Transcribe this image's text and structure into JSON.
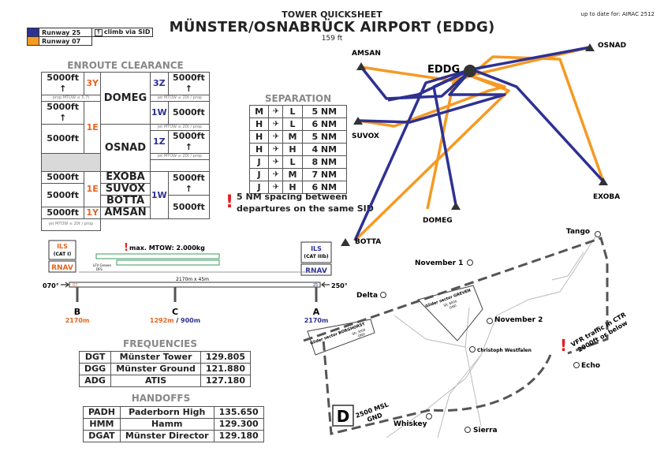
{
  "header": {
    "subtitle": "TOWER QUICKSHEET",
    "title": "MÜNSTER/OSNABRÜCK AIRPORT (EDDG)",
    "elevation": "159 ft",
    "airac": "up to date for: AIRAC 2512"
  },
  "colors": {
    "runway25": "#2e3192",
    "runway07": "#f59a23",
    "warn": "#e01e25",
    "label07": "#e8631e"
  },
  "legend": {
    "rwy25": "Runway 25",
    "rwy07": "Runway 07",
    "note": "climb via SID",
    "note_icon": "up-arrow-icon"
  },
  "enroute": {
    "title": "ENROUTE CLEARANCE",
    "r1": {
      "alt_l": "5000ft",
      "sid_l": "3Y",
      "wp": "DOMEG",
      "sid_r": "3Z",
      "alt_r": "5000ft"
    },
    "r2": {
      "note_l": "prop MTOW ≤ 5.7t",
      "note_r": "jet MTOW ≤ 20t / prop"
    },
    "r3": {
      "alt_l": "5000ft",
      "sid_l": "1E",
      "sid_r": "1W",
      "alt_r": "5000ft"
    },
    "r4": {
      "note_r": "jet MTOW ≤ 20t / prop"
    },
    "r5": {
      "alt_l": "5000ft",
      "wp": "OSNAD",
      "sid_r": "1Z",
      "alt_r": "5000ft"
    },
    "r6": {
      "note_r": "jet MTOW ≤ 20t / prop"
    },
    "r7": {
      "alt_l": "5000ft",
      "wp1": "EXOBA",
      "sid_l": "1E",
      "wp2": "SUVOX",
      "sid_r": "1W",
      "alt_r1": "5000ft",
      "wp3": "BOTTA",
      "alt_r2": "5000ft",
      "wp4": "AMSAN",
      "alt_l3": "5000ft",
      "alt_l4": "5000ft",
      "sid_l4": "1Y"
    },
    "note_bottom": "jet MTOW ≤ 20t / prop"
  },
  "separation": {
    "title": "SEPARATION",
    "rows": [
      [
        "M",
        "L",
        "5 NM"
      ],
      [
        "H",
        "L",
        "6 NM"
      ],
      [
        "H",
        "M",
        "5 NM"
      ],
      [
        "H",
        "H",
        "4 NM"
      ],
      [
        "J",
        "L",
        "8 NM"
      ],
      [
        "J",
        "M",
        "7 NM"
      ],
      [
        "J",
        "H",
        "6 NM"
      ]
    ],
    "note_line1": "5 NM spacing between",
    "note_line2": "departures on the same SID",
    "exclaim": "!"
  },
  "runway": {
    "ils_left": "ILS",
    "ils_left_cat": "(CAT I)",
    "rnav_left": "RNAV",
    "ils_right": "ILS",
    "ils_right_cat": "(CAT IIIb)",
    "rnav_right": "RNAV",
    "exclaim": "!",
    "mtow_note": "max. MTOW: 2.000kg",
    "grass_label1": "LFV Greven",
    "grass_label2": "DFS",
    "dims": "2170m x 45m",
    "hdg_left": "070°",
    "hdg_right": "250°",
    "num_left": "07",
    "num_right": "25",
    "twy_b": "B",
    "twy_b_len": "2170m",
    "twy_c": "C",
    "twy_c_len1": "1292m",
    "twy_c_sep": "/",
    "twy_c_len2": "900m",
    "twy_a": "A",
    "twy_a_len": "2170m"
  },
  "frequencies": {
    "title": "FREQUENCIES",
    "rows": [
      [
        "DGT",
        "Münster Tower",
        "129.805"
      ],
      [
        "DGG",
        "Münster Ground",
        "121.880"
      ],
      [
        "ADG",
        "ATIS",
        "127.180"
      ]
    ]
  },
  "handoffs": {
    "title": "HANDOFFS",
    "rows": [
      [
        "PADH",
        "Paderborn High",
        "135.650"
      ],
      [
        "HMM",
        "Hamm",
        "129.300"
      ],
      [
        "DGAT",
        "Münster Director",
        "129.180"
      ]
    ]
  },
  "sid_map": {
    "airport": "EDDG",
    "waypoints": [
      "AMSAN",
      "OSNAD",
      "SUVOX",
      "EXOBA",
      "DOMEG",
      "BOTTA"
    ]
  },
  "ctr": {
    "points": [
      "Tango",
      "November 1",
      "Delta",
      "November 2",
      "Echo",
      "Whiskey",
      "Sierra"
    ],
    "heliport": "Christoph Westfalen",
    "glider_greven1": "Glider sector GREVEN",
    "glider_greven2": "Sfc 8000",
    "glider_greven3": "GND",
    "glider_borg1": "Glider sector BORGHORST",
    "glider_borg2": "Sfc 3000",
    "glider_borg3": "GND",
    "vfr1": "VFR traffic in CTR",
    "vfr2": "2000ft or below",
    "exclaim": "!",
    "class": "D",
    "ceiling1": "2500 MSL",
    "ceiling2": "GND"
  }
}
